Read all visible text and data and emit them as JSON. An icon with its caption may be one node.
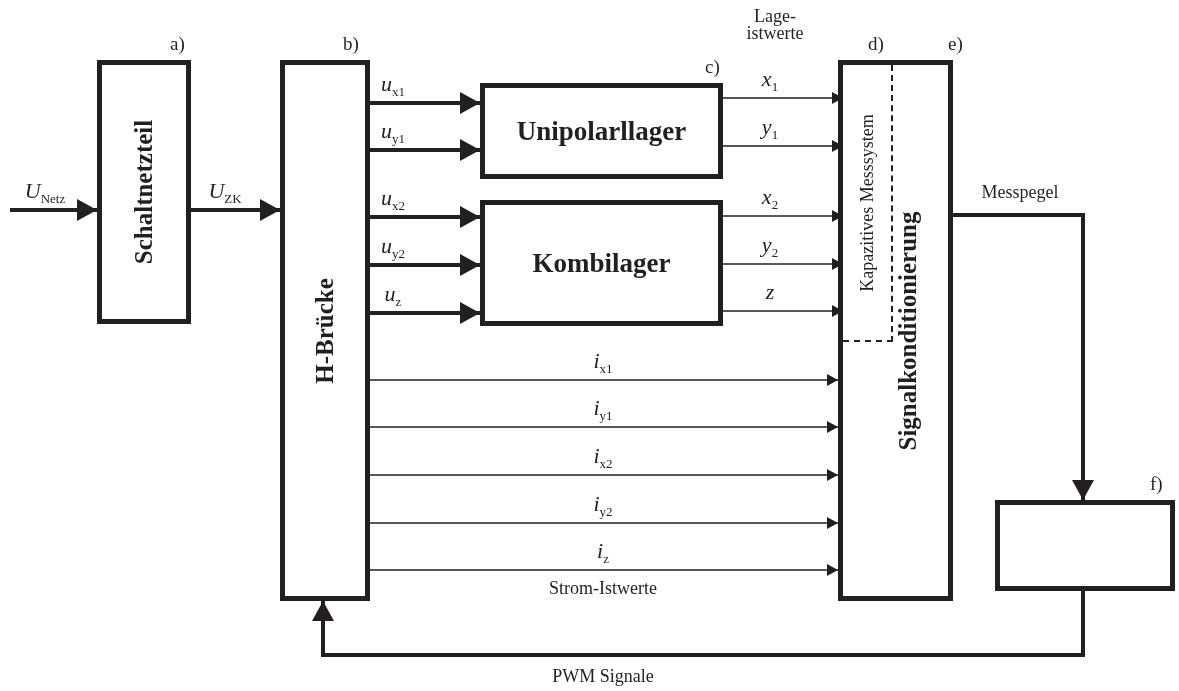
{
  "diagram": {
    "nodes": [
      {
        "text": [
          "Schaltnetzteil"
        ],
        "beside": [
          "a)"
        ]
      },
      {
        "text": [
          "H-Brücke"
        ],
        "beside": [
          "b)"
        ]
      },
      {
        "text": [
          "Unipolarllager"
        ],
        "beside": [
          "c)"
        ]
      },
      {
        "text": [
          "Kombilager"
        ]
      },
      {
        "text": [
          "Signalkonditionierung"
        ],
        "beside": [
          "e)"
        ]
      },
      {
        "text": [
          "Kapazitives Messsystem"
        ],
        "in": 4,
        "beside": [
          "d)"
        ]
      },
      {
        "text": [],
        "shape": "box",
        "beside": [
          "f)"
        ]
      }
    ],
    "edges": [
      {
        "from": null,
        "to": 0,
        "arrow": "to",
        "label": "*U*$_{Netz}$",
        "style": "thick"
      },
      {
        "from": 0,
        "to": 1,
        "arrow": "to",
        "label": "*U*$_{ZK}$",
        "style": "thick"
      },
      {
        "from": 1,
        "to": 2,
        "arrow": "to",
        "label": "*u*$_{x1}$",
        "style": "thick"
      },
      {
        "from": 1,
        "to": 2,
        "arrow": "to",
        "label": "*u*$_{y1}$",
        "style": "thick"
      },
      {
        "from": 1,
        "to": 3,
        "arrow": "to",
        "label": "*u*$_{x2}$",
        "style": "thick"
      },
      {
        "from": 1,
        "to": 3,
        "arrow": "to",
        "label": "*u*$_{y2}$",
        "style": "thick"
      },
      {
        "from": 1,
        "to": 3,
        "arrow": "to",
        "label": "*u*$_{z}$",
        "style": "thick"
      },
      {
        "from": 2,
        "to": 5,
        "arrow": "to",
        "label": "*x*$_{1}$"
      },
      {
        "from": 2,
        "to": 5,
        "arrow": "to",
        "label": "*y*$_{1}$"
      },
      {
        "from": 3,
        "to": 5,
        "arrow": "to",
        "label": "*x*$_{2}$"
      },
      {
        "from": 3,
        "to": 5,
        "arrow": "to",
        "label": "*y*$_{2}$"
      },
      {
        "from": 3,
        "to": 5,
        "arrow": "to",
        "label": "*z*"
      },
      {
        "from": 1,
        "to": 4,
        "arrow": "to",
        "label": "*i*$_{x1}$"
      },
      {
        "from": 1,
        "to": 4,
        "arrow": "to",
        "label": "*i*$_{y1}$"
      },
      {
        "from": 1,
        "to": 4,
        "arrow": "to",
        "label": "*i*$_{x2}$"
      },
      {
        "from": 1,
        "to": 4,
        "arrow": "to",
        "label": "*i*$_{y2}$"
      },
      {
        "from": 1,
        "to": 4,
        "arrow": "to",
        "label": "*i*$_{z}$"
      },
      {
        "from": 4,
        "to": 6,
        "arrow": "to",
        "label": "Messpegel",
        "style": "thick"
      },
      {
        "from": 6,
        "to": 1,
        "arrow": "to",
        "label": "PWM Signale",
        "style": "thick"
      }
    ],
    "labels": [
      "Lage- istwerte",
      "Strom-Istwerte"
    ]
  }
}
